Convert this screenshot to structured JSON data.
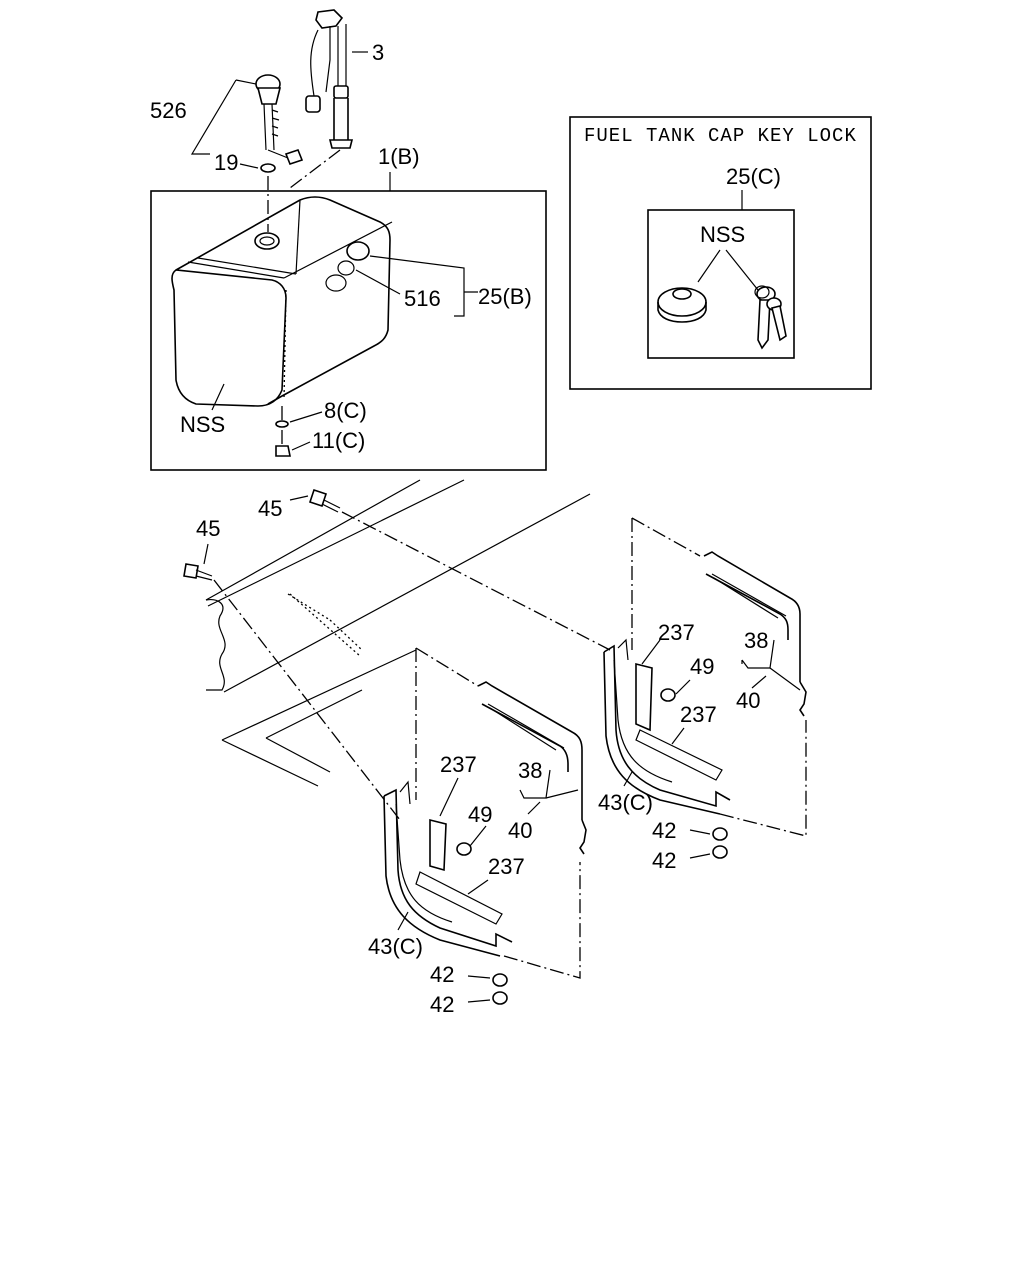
{
  "inset": {
    "title": "FUEL TANK CAP KEY LOCK",
    "group_label": "25(C)",
    "nss_label": "NSS"
  },
  "labels": {
    "p3": "3",
    "p526": "526",
    "p19": "19",
    "p1b": "1(B)",
    "p516": "516",
    "p25b": "25(B)",
    "nss": "NSS",
    "p8c": "8(C)",
    "p11c": "11(C)",
    "p45_upper": "45",
    "p45_left": "45",
    "p237_right_a": "237",
    "p49_right": "49",
    "p38_right": "38",
    "p237_right_b": "237",
    "p40_right": "40",
    "p43c_right": "43(C)",
    "p42_right_a": "42",
    "p42_right_b": "42",
    "p237_left_a": "237",
    "p38_left": "38",
    "p49_left": "49",
    "p40_left": "40",
    "p237_left_b": "237",
    "p43c_left": "43(C)",
    "p42_left_a": "42",
    "p42_left_b": "42"
  }
}
